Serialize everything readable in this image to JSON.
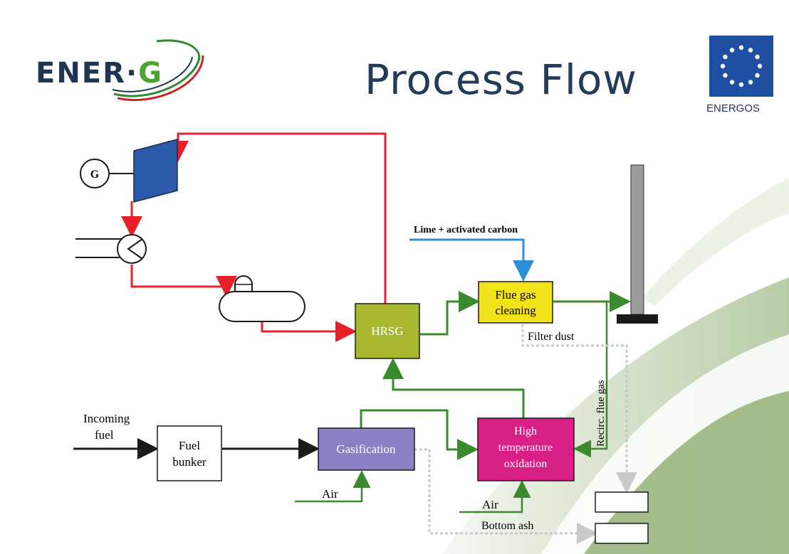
{
  "title": "Process Flow",
  "logo": {
    "left": "ENER",
    "dot": "·",
    "right": "G",
    "icon": "ener-g-swoosh-logo"
  },
  "eu_logo": {
    "label": "ENERGOS",
    "icon": "eu-stars-flag"
  },
  "colors": {
    "title": "#243a59",
    "steam_line": "#e8202a",
    "gas_line": "#3c8a2e",
    "fuel_line": "#1a1a1a",
    "additive_line": "#2b8fd6",
    "residue_line": "#c9c9c9",
    "hrsg_box": "#a9b82f",
    "flue_gas_box": "#f2e21a",
    "gasification_box": "#8d7fc4",
    "oxidation_box": "#d81f86",
    "turbine": "#2a5aa8",
    "stack": "#9a9a9a"
  },
  "nodes": {
    "generator": "G",
    "hrsg": "HRSG",
    "flue_gas_cleaning": [
      "Flue gas",
      "cleaning"
    ],
    "gasification": "Gasification",
    "oxidation": [
      "High",
      "temperature",
      "oxidation"
    ],
    "fuel_bunker": [
      "Fuel",
      "bunker"
    ]
  },
  "labels": {
    "lime": "Lime + activated carbon",
    "filter_dust": "Filter dust",
    "recirc": "Recirc. flue gas",
    "incoming_fuel": [
      "Incoming",
      "fuel"
    ],
    "air_gasification": "Air",
    "air_oxidation": "Air",
    "bottom_ash": "Bottom ash"
  }
}
